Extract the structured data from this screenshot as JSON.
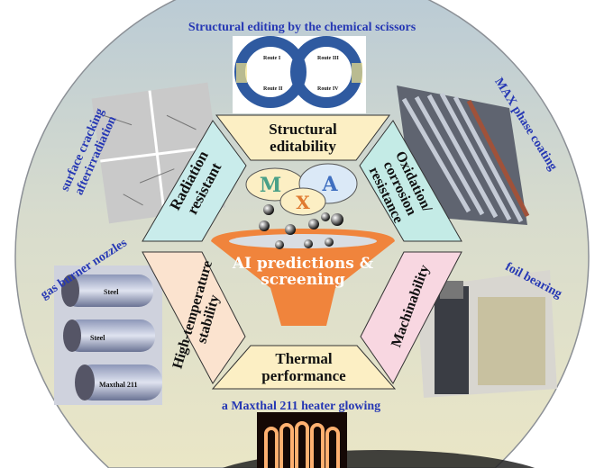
{
  "outer_labels": {
    "top": "Structural editing by the chemical scissors",
    "top_left": "surface cracking",
    "top_left_2": "afterirradiation",
    "top_right": "MAX phase coating",
    "left": "gas burner nozzles",
    "right": "foil bearing",
    "bottom": "a Maxthal 211 heater glowing"
  },
  "panels": {
    "top": [
      "Structural",
      "editability"
    ],
    "upper_left": [
      "Radiation",
      "resistant"
    ],
    "upper_right": [
      "Oxidation/",
      "corrosion",
      "resistance"
    ],
    "lower_left": [
      "High-temperature",
      "stability"
    ],
    "lower_right": [
      "Machinability"
    ],
    "bottom": [
      "Thermal",
      "performance"
    ]
  },
  "center": {
    "letters": [
      "M",
      "A",
      "X"
    ],
    "funnel_text": [
      "AI  predictions &",
      "screening"
    ]
  },
  "scheme": {
    "routes": [
      "Route I",
      "Route II",
      "Route III",
      "Route IV"
    ]
  },
  "nozzle_labels": [
    "Steel",
    "Steel",
    "Maxthal 211"
  ],
  "colors": {
    "label_blue": "#2638b4",
    "funnel": "#f0843c"
  }
}
